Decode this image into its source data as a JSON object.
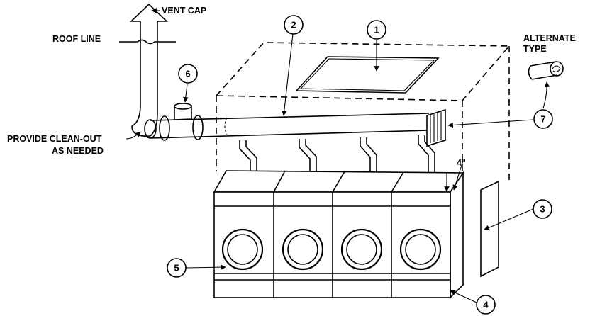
{
  "labels": {
    "vent_cap": "VENT CAP",
    "roof_line": "ROOF LINE",
    "clean_out_line1": "PROVIDE CLEAN-OUT",
    "clean_out_line2": "AS NEEDED",
    "alternate_line1": "ALTERNATE",
    "alternate_line2": "TYPE",
    "clearance": "4\""
  },
  "callouts": [
    "1",
    "2",
    "3",
    "4",
    "5",
    "6",
    "7"
  ]
}
